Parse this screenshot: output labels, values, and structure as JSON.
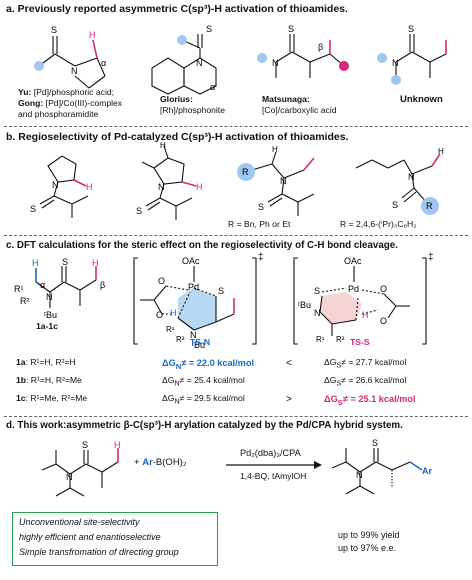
{
  "sections": {
    "a": {
      "title": "a. Previously reported asymmetric C(sp³)-H activation of thioamides.",
      "yu": "Yu:",
      "yu_text": " [Pd]/phosphoric acid;",
      "gong": "Gong:",
      "gong_text": " [Pd]/Co(III)-complex",
      "gong_text2": "and phosphoramidite",
      "glorius": "Glorius:",
      "glorius_text": "[Rh]/phosphonite",
      "matsunaga": "Matsunaga:",
      "matsunaga_text": "[Co]/carboxylic acid",
      "unknown": "Unknown"
    },
    "b": {
      "title": "b. Regioselectivity of Pd-catalyzed C(sp³)-H activation of thioamides.",
      "r_label1": "R = Bn, Ph or Et",
      "r_label2": "R = 2,4,6-(ⁱPr)₃C₆H₂"
    },
    "c": {
      "title": "c. DFT calculations for the steric effect on the regioselectivity of C-H bond cleavage.",
      "compound_label": "1a-1c",
      "ts_n": "TS-N",
      "ts_s": "TS-S",
      "rows": [
        {
          "name": "1a",
          "sub": ": R¹=H, R²=H",
          "gn": "ΔG",
          "gn_sub": "N",
          "gn_val": "≠ = 22.0 kcal/mol",
          "cmp": "<",
          "gs": "ΔG",
          "gs_sub": "S",
          "gs_val": "≠ = 27.7 kcal/mol"
        },
        {
          "name": "1b",
          "sub": ": R¹=H, R²=Me",
          "gn": "ΔG",
          "gn_sub": "N",
          "gn_val": "≠ = 25.4 kcal/mol",
          "cmp": "",
          "gs": "ΔG",
          "gs_sub": "S",
          "gs_val": "≠ = 26.6 kcal/mol"
        },
        {
          "name": "1c",
          "sub": ": R¹=Me, R²=Me",
          "gn": "ΔG",
          "gn_sub": "N",
          "gn_val": "≠ = 29.5 kcal/mol",
          "cmp": ">",
          "gs": "ΔG",
          "gs_sub": "S",
          "gs_val": "≠ = 25.1 kcal/mol"
        }
      ]
    },
    "d": {
      "title": "d. This work:asymmetric β-C(sp³)-H arylation catalyzed by the Pd/CPA hybrid system.",
      "reagent_plus": "+",
      "reagent_ar": "Ar",
      "reagent_rest": "-B(OH)₂",
      "catalyst": "Pd₂(dba)₃/CPA",
      "conditions": "1,4-BQ, tAmylOH",
      "box_lines": [
        "Unconventional site-selectivity",
        "highly efficient and enantioselective",
        "Simple transfromation of directing group"
      ],
      "yield": "up to 99% yield",
      "ee": "up to 97% e.e."
    }
  },
  "atoms": {
    "S": "S",
    "N": "N",
    "H": "H",
    "OAc": "OAc",
    "Pd": "Pd",
    "O": "O",
    "alpha": "α",
    "beta": "β",
    "R": "R",
    "R1": "R¹",
    "R2": "R²",
    "tBu": "ᵗBu",
    "dagger": "‡",
    "ar": "Ar"
  },
  "colors": {
    "blue": "#1a66c9",
    "pink": "#d8277a",
    "green": "#26a14a",
    "ts_n_fill": "#b7d8f2",
    "ts_s_fill": "#f6d4d4"
  }
}
